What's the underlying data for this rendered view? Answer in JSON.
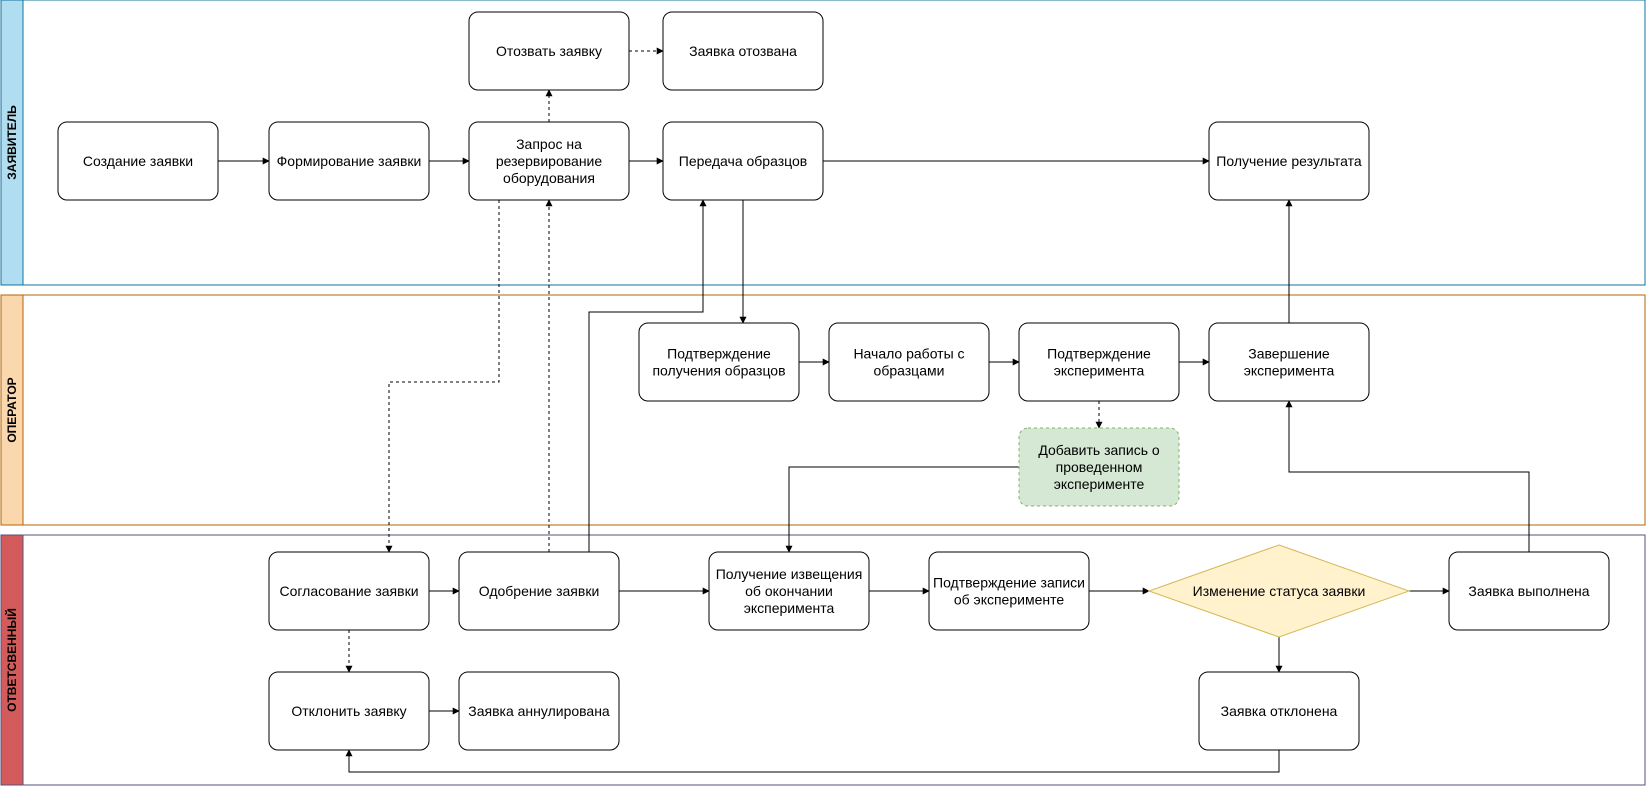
{
  "lanes": [
    {
      "id": "applicant",
      "label": "ЗАЯВИТЕЛЬ",
      "header_color": "#b1ddf0",
      "border_color": "#10739e"
    },
    {
      "id": "operator",
      "label": "ОПЕРАТОР",
      "header_color": "#fad7ac",
      "border_color": "#b46504"
    },
    {
      "id": "responsible",
      "label": "ОТВЕТСВЕННЫЙ",
      "header_color": "#d45b5b",
      "border_color": "#56517e"
    }
  ],
  "nodes": [
    {
      "id": "create",
      "lane": "applicant",
      "shape": "process",
      "lines": [
        "Создание заявки"
      ]
    },
    {
      "id": "form",
      "lane": "applicant",
      "shape": "process",
      "lines": [
        "Формирование заявки"
      ]
    },
    {
      "id": "reserve",
      "lane": "applicant",
      "shape": "process",
      "lines": [
        "Запрос на",
        "резервирование",
        "оборудования"
      ]
    },
    {
      "id": "withdraw",
      "lane": "applicant",
      "shape": "process",
      "lines": [
        "Отозвать заявку"
      ]
    },
    {
      "id": "withdrawn",
      "lane": "applicant",
      "shape": "process",
      "lines": [
        "Заявка отозвана"
      ]
    },
    {
      "id": "transfer",
      "lane": "applicant",
      "shape": "process",
      "lines": [
        "Передача образцов"
      ]
    },
    {
      "id": "result",
      "lane": "applicant",
      "shape": "process",
      "lines": [
        "Получение результата"
      ]
    },
    {
      "id": "confirm_recv",
      "lane": "operator",
      "shape": "process",
      "lines": [
        "Подтверждение",
        "получения образцов"
      ]
    },
    {
      "id": "start_work",
      "lane": "operator",
      "shape": "process",
      "lines": [
        "Начало работы с",
        "образцами"
      ]
    },
    {
      "id": "confirm_exp",
      "lane": "operator",
      "shape": "process",
      "lines": [
        "Подтверждение",
        "эксперимента"
      ]
    },
    {
      "id": "finish_exp",
      "lane": "operator",
      "shape": "process",
      "lines": [
        "Завершение",
        "эксперимента"
      ]
    },
    {
      "id": "add_record",
      "lane": "operator",
      "shape": "highlight",
      "lines": [
        "Добавить запись о",
        "проведенном",
        "эксперименте"
      ]
    },
    {
      "id": "agree",
      "lane": "responsible",
      "shape": "process",
      "lines": [
        "Согласование заявки"
      ]
    },
    {
      "id": "approve",
      "lane": "responsible",
      "shape": "process",
      "lines": [
        "Одобрение заявки"
      ]
    },
    {
      "id": "notice",
      "lane": "responsible",
      "shape": "process",
      "lines": [
        "Получение извещения",
        "об окончании",
        "эксперимента"
      ]
    },
    {
      "id": "confirm_rec",
      "lane": "responsible",
      "shape": "process",
      "lines": [
        "Подтверждение записи",
        "об эксперименте"
      ]
    },
    {
      "id": "status_change",
      "lane": "responsible",
      "shape": "decision",
      "lines": [
        "Изменение статуса заявки"
      ]
    },
    {
      "id": "done",
      "lane": "responsible",
      "shape": "process",
      "lines": [
        "Заявка выполнена"
      ]
    },
    {
      "id": "reject",
      "lane": "responsible",
      "shape": "process",
      "lines": [
        "Отклонить заявку"
      ]
    },
    {
      "id": "annulled",
      "lane": "responsible",
      "shape": "process",
      "lines": [
        "Заявка аннулирована"
      ]
    },
    {
      "id": "rejected",
      "lane": "responsible",
      "shape": "process",
      "lines": [
        "Заявка отклонена"
      ]
    }
  ],
  "edges": [
    {
      "from": "create",
      "to": "form",
      "style": "solid"
    },
    {
      "from": "form",
      "to": "reserve",
      "style": "solid"
    },
    {
      "from": "reserve",
      "to": "withdraw",
      "style": "dashed"
    },
    {
      "from": "withdraw",
      "to": "withdrawn",
      "style": "dashed"
    },
    {
      "from": "reserve",
      "to": "transfer",
      "style": "solid"
    },
    {
      "from": "transfer",
      "to": "result",
      "style": "solid"
    },
    {
      "from": "reserve",
      "to": "agree",
      "style": "dashed"
    },
    {
      "from": "approve",
      "to": "reserve",
      "style": "dashed"
    },
    {
      "from": "approve",
      "to": "transfer",
      "style": "solid"
    },
    {
      "from": "transfer",
      "to": "confirm_recv",
      "style": "solid"
    },
    {
      "from": "confirm_recv",
      "to": "start_work",
      "style": "solid"
    },
    {
      "from": "start_work",
      "to": "confirm_exp",
      "style": "solid"
    },
    {
      "from": "confirm_exp",
      "to": "finish_exp",
      "style": "solid"
    },
    {
      "from": "finish_exp",
      "to": "result",
      "style": "solid"
    },
    {
      "from": "confirm_exp",
      "to": "add_record",
      "style": "dashed"
    },
    {
      "from": "add_record",
      "to": "notice",
      "style": "solid"
    },
    {
      "from": "agree",
      "to": "approve",
      "style": "solid"
    },
    {
      "from": "approve",
      "to": "notice",
      "style": "solid"
    },
    {
      "from": "notice",
      "to": "confirm_rec",
      "style": "solid"
    },
    {
      "from": "confirm_rec",
      "to": "status_change",
      "style": "solid"
    },
    {
      "from": "status_change",
      "to": "done",
      "style": "solid"
    },
    {
      "from": "done",
      "to": "finish_exp",
      "style": "solid"
    },
    {
      "from": "status_change",
      "to": "rejected",
      "style": "solid"
    },
    {
      "from": "rejected",
      "to": "reject",
      "style": "solid"
    },
    {
      "from": "agree",
      "to": "reject",
      "style": "dashed"
    },
    {
      "from": "reject",
      "to": "annulled",
      "style": "solid"
    }
  ],
  "colors": {
    "node_fill": "#ffffff",
    "node_stroke": "#000000",
    "highlight_fill": "#d5e8d4",
    "highlight_stroke": "#82b366",
    "decision_fill": "#fff2cc",
    "decision_stroke": "#d6b656",
    "edge": "#000000"
  }
}
